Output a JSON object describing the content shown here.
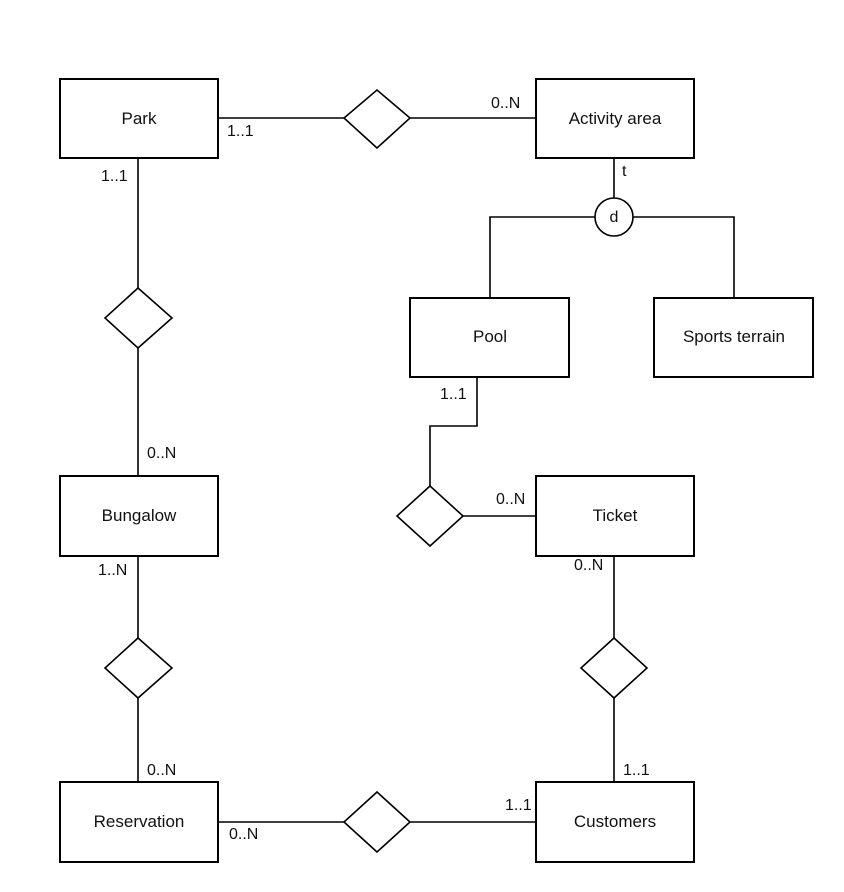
{
  "entities": {
    "park": "Park",
    "activity_area": "Activity area",
    "pool": "Pool",
    "sports_terrain": "Sports terrain",
    "bungalow": "Bungalow",
    "ticket": "Ticket",
    "reservation": "Reservation",
    "customers": "Customers"
  },
  "cardinalities": {
    "park_activity_park_side": "1..1",
    "park_activity_activity_side": "0..N",
    "park_bungalow_park_side": "1..1",
    "park_bungalow_bungalow_side": "0..N",
    "bungalow_reservation_bungalow_side": "1..N",
    "bungalow_reservation_reservation_side": "0..N",
    "pool_ticket_pool_side": "1..1",
    "pool_ticket_ticket_side": "0..N",
    "ticket_customers_ticket_side": "0..N",
    "ticket_customers_customers_side": "1..1",
    "reservation_customers_reservation_side": "0..N",
    "reservation_customers_customers_side": "1..1"
  },
  "specialization": {
    "total_marker": "t",
    "disjoint_marker": "d"
  }
}
